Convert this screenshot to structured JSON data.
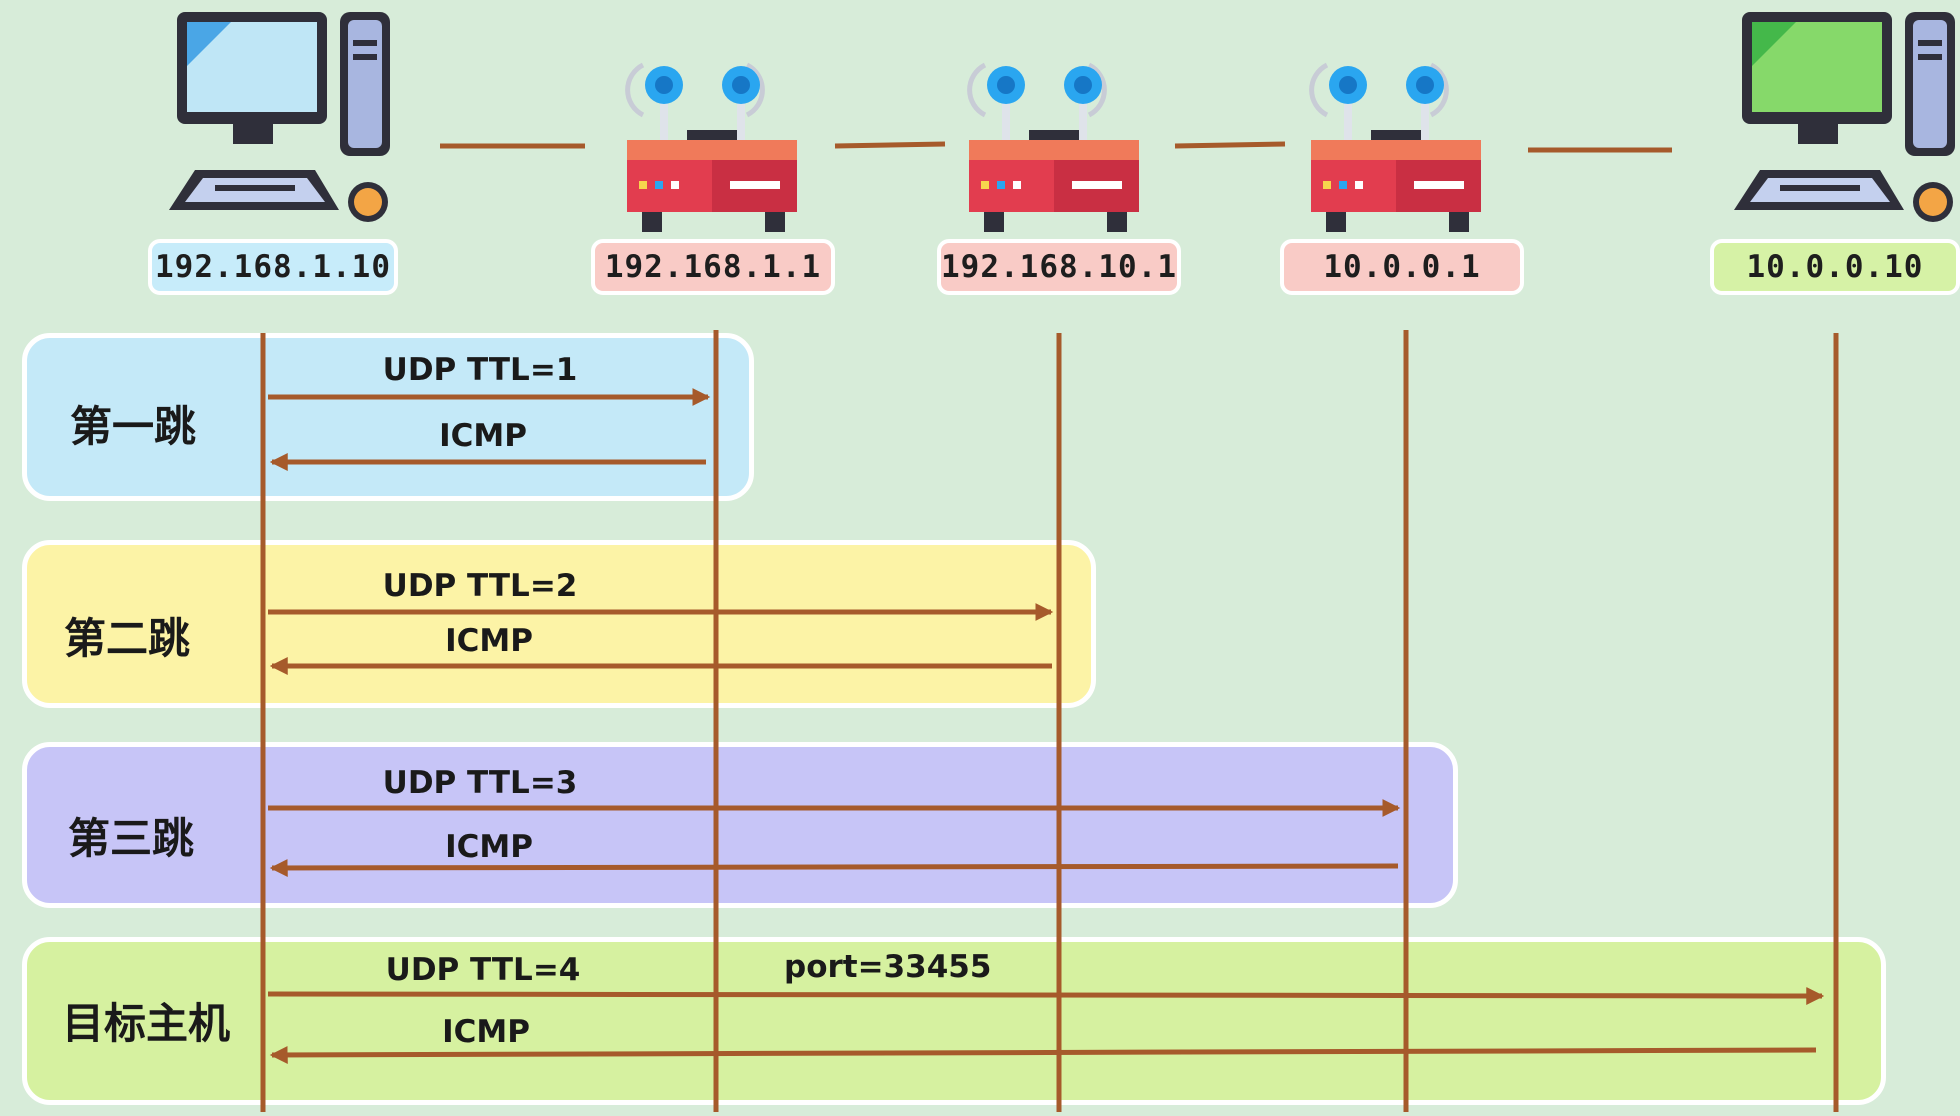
{
  "nodes": [
    {
      "id": "source-pc",
      "kind": "computer",
      "ip": "192.168.1.10",
      "screen_color": "#bfe6f6",
      "label_color": "#c7ecfa"
    },
    {
      "id": "router-1",
      "kind": "router",
      "ip": "192.168.1.1",
      "label_color": "#f9cbc6"
    },
    {
      "id": "router-2",
      "kind": "router",
      "ip": "192.168.10.1",
      "label_color": "#f9cbc6"
    },
    {
      "id": "router-3",
      "kind": "router",
      "ip": "10.0.0.1",
      "label_color": "#f9cbc6"
    },
    {
      "id": "target-pc",
      "kind": "computer",
      "ip": "10.0.0.10",
      "screen_color": "#86d96a",
      "label_color": "#d6f2a6"
    }
  ],
  "hops": [
    {
      "id": "hop-1",
      "title": "第一跳",
      "color": "#c4e9f8",
      "request": "UDP TTL=1",
      "reply": "ICMP"
    },
    {
      "id": "hop-2",
      "title": "第二跳",
      "color": "#fcf3a6",
      "request": "UDP TTL=2",
      "reply": "ICMP"
    },
    {
      "id": "hop-3",
      "title": "第三跳",
      "color": "#c7c5f7",
      "request": "UDP TTL=3",
      "reply": "ICMP"
    },
    {
      "id": "hop-target",
      "title": "目标主机",
      "color": "#d6f1a0",
      "request": "UDP TTL=4",
      "reply": "ICMP",
      "note": "port=33455"
    }
  ],
  "colors": {
    "background": "#d7ecd9",
    "line": "#a65a2b",
    "router_body": "#e23d4f",
    "router_top": "#f07a5a",
    "antenna": "#2aa6f0"
  },
  "icons": [
    "computer-icon",
    "router-icon"
  ]
}
